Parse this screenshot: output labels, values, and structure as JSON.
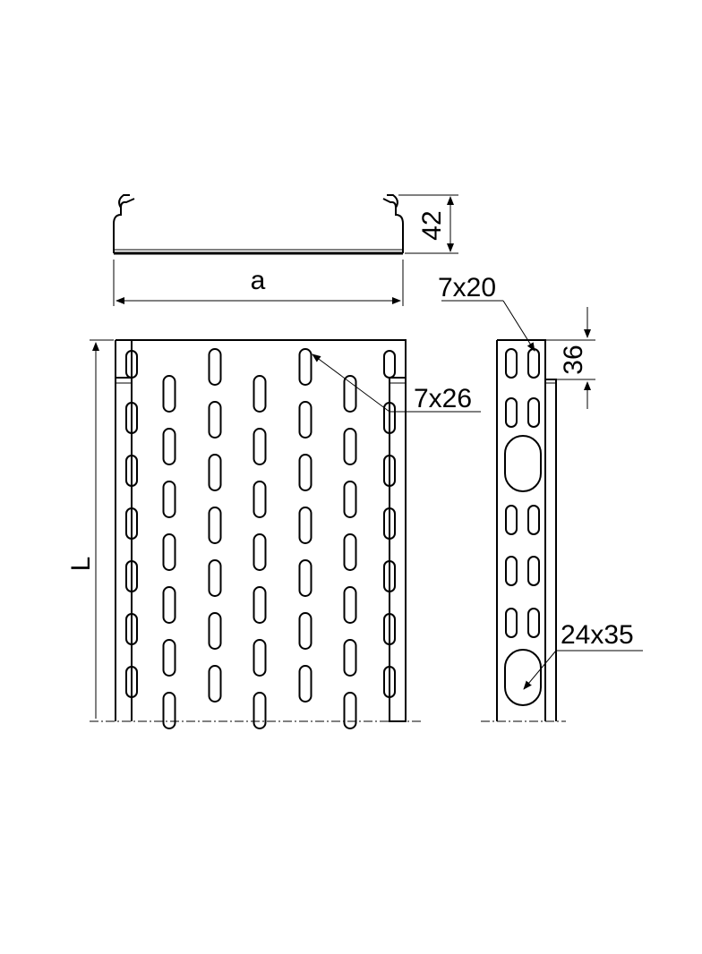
{
  "labels": {
    "height_42": "42",
    "width_a": "a",
    "slot_7x20": "7x20",
    "slot_7x26": "7x26",
    "dim_36": "36",
    "length_L": "L",
    "hole_24x35": "24x35"
  },
  "colors": {
    "line": "#000000",
    "background": "#ffffff"
  }
}
